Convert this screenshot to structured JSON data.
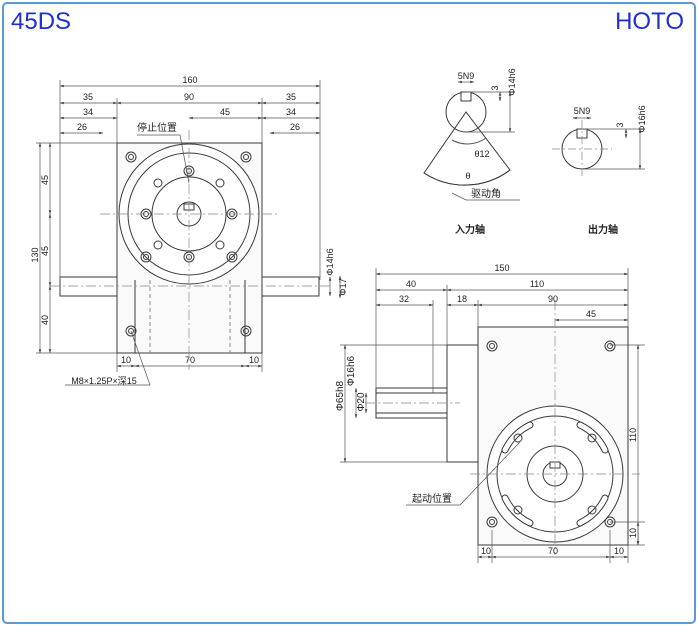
{
  "header": {
    "model": "45DS",
    "brand": "HOTO"
  },
  "colors": {
    "brand": "#1f2fd0",
    "line": "#3a3a3a",
    "dim": "#555555",
    "border": "#5b9bd5"
  },
  "front_view": {
    "dims_top": [
      "160",
      "35",
      "90",
      "35",
      "34",
      "45",
      "34",
      "26",
      "26"
    ],
    "dims_left": [
      "45",
      "45",
      "130",
      "40"
    ],
    "dims_bottom": [
      "10",
      "70",
      "10"
    ],
    "shaft_dims": [
      "Φ14h6",
      "Φ17"
    ],
    "labels": {
      "stop_position": "停止位置",
      "thread_note": "M8×1.25P×深15"
    }
  },
  "input_shaft_detail": {
    "dims": [
      "5N9",
      "3",
      "Φ14h6",
      "θ12",
      "θ"
    ],
    "labels": {
      "drive_angle": "驱动角",
      "title": "入力轴"
    }
  },
  "output_shaft_detail": {
    "dims": [
      "5N9",
      "3",
      "Φ16h6"
    ],
    "labels": {
      "title": "出力轴"
    }
  },
  "side_view": {
    "dims_top": [
      "150",
      "40",
      "110",
      "32",
      "18",
      "90",
      "45"
    ],
    "dims_left": [
      "Φ65h8",
      "Φ16h6",
      "Φ20"
    ],
    "dims_right": [
      "110",
      "10"
    ],
    "dims_bottom": [
      "10",
      "70",
      "10"
    ],
    "labels": {
      "start_position": "起动位置"
    }
  }
}
